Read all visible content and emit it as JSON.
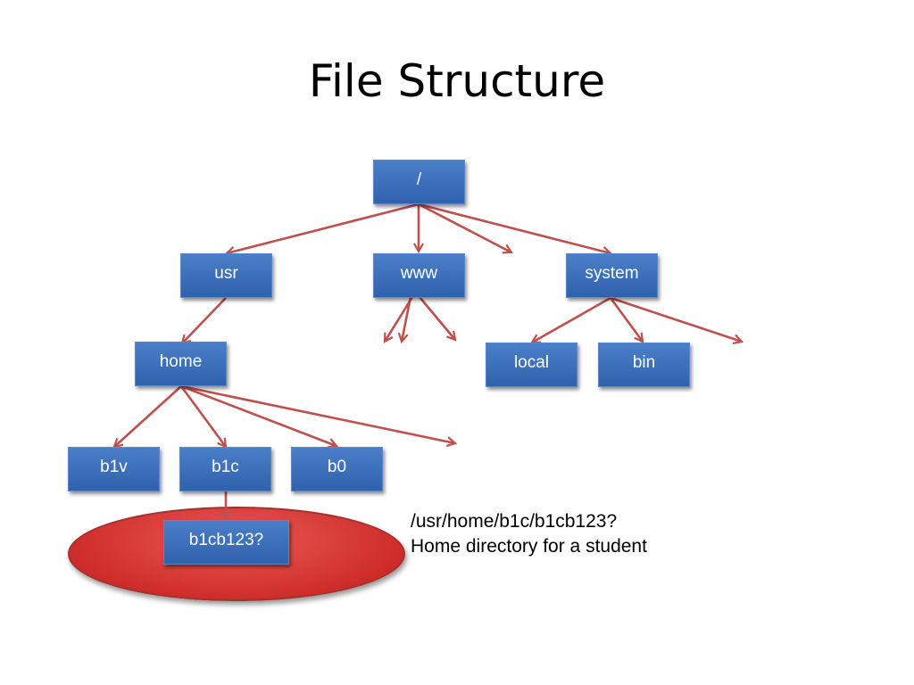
{
  "title": "File Structure",
  "nodes": {
    "root": "/",
    "usr": "usr",
    "www": "www",
    "system": "system",
    "home": "home",
    "local": "local",
    "bin": "bin",
    "b1v": "b1v",
    "b1c": "b1c",
    "b0": "b0",
    "b1cb123": "b1cb123?"
  },
  "note": {
    "path": "/usr/home/b1c/b1cb123?",
    "description": "Home directory for a student"
  },
  "colors": {
    "node_fill": "#3a6fbb",
    "arrow": "#c0504d",
    "highlight_ellipse": "#d9322f"
  }
}
